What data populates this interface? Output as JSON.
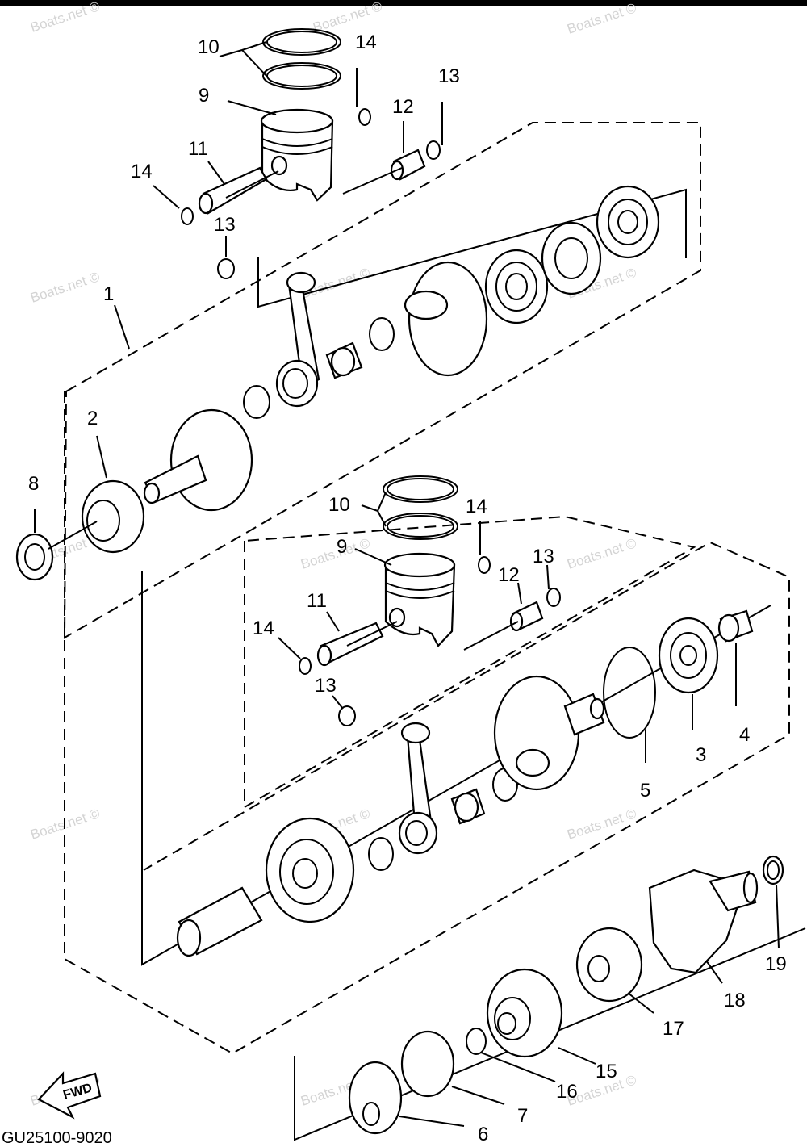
{
  "document_code": "GU25100-9020",
  "fwd_label": "FWD",
  "watermark": "Boats.net ©",
  "callouts": [
    "10",
    "14",
    "9",
    "13",
    "12",
    "11",
    "14",
    "13",
    "1",
    "2",
    "8",
    "10",
    "14",
    "9",
    "13",
    "12",
    "11",
    "14",
    "13",
    "5",
    "3",
    "4",
    "19",
    "18",
    "17",
    "15",
    "16",
    "7",
    "6"
  ]
}
